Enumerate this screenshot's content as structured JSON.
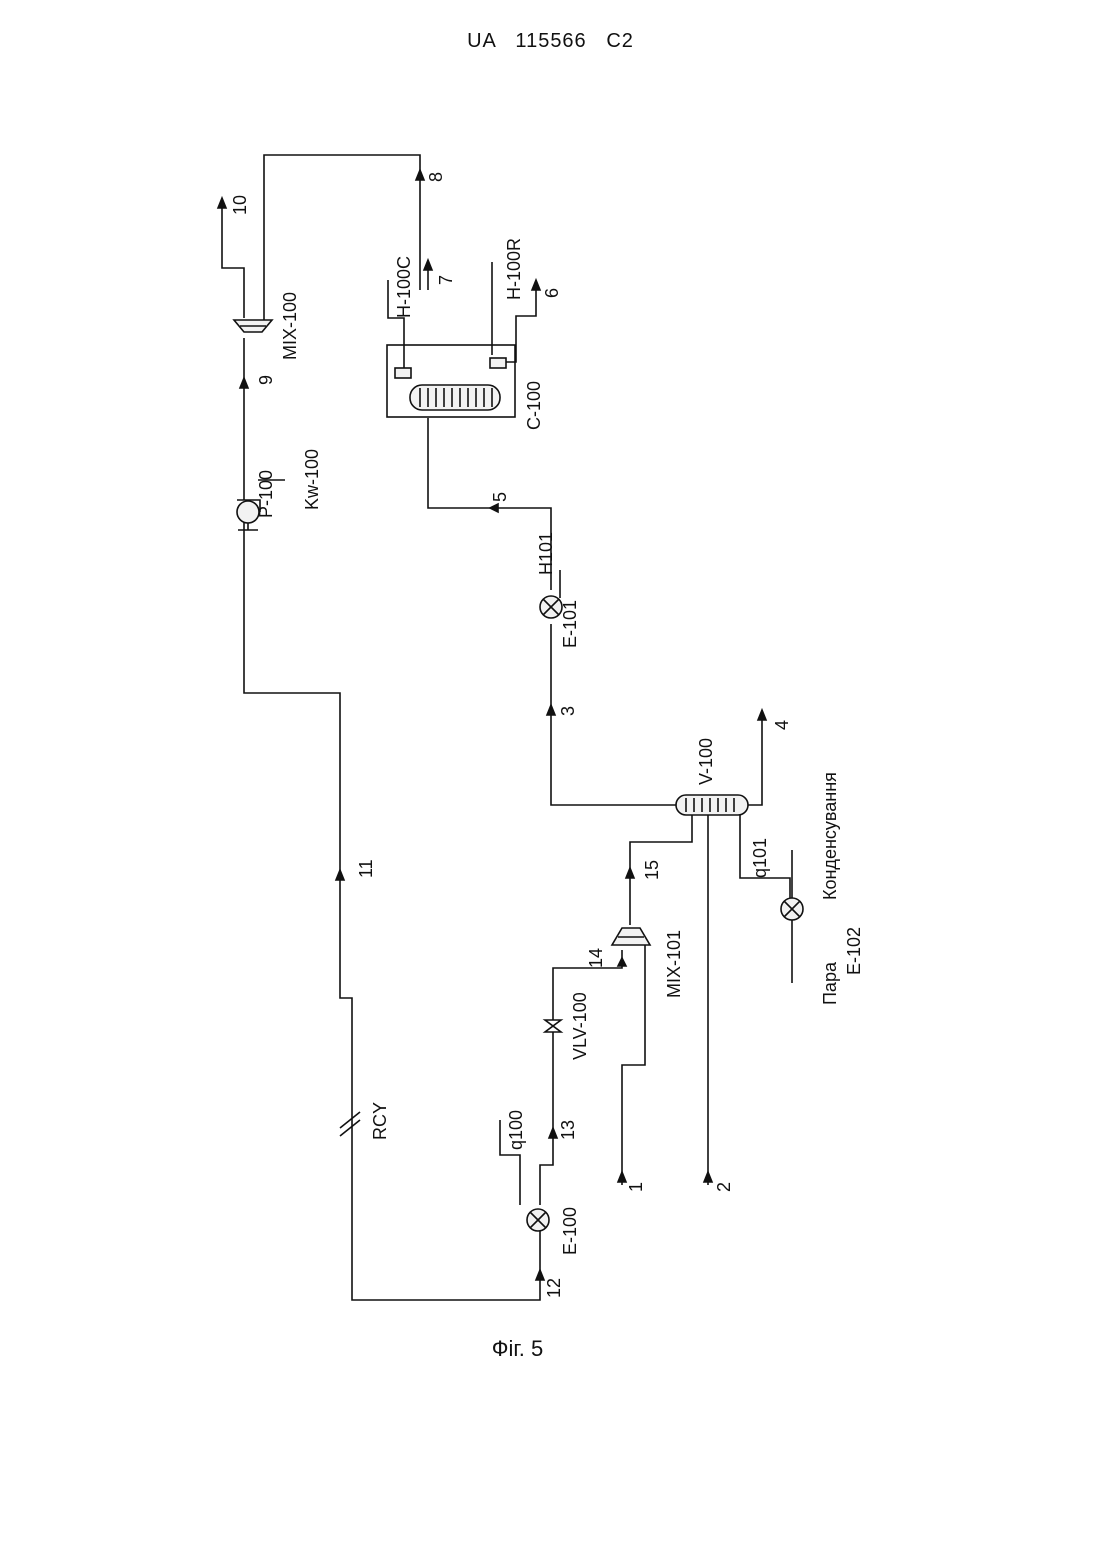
{
  "header": {
    "text": "UA   115566   C2"
  },
  "figure": {
    "caption": "Фіг. 5"
  },
  "labels": {
    "mix100": "MIX-100",
    "s10": "10",
    "s8": "8",
    "h100c": "H-100C",
    "s7": "7",
    "h100r": "H-100R",
    "s6": "6",
    "c100": "C-100",
    "s9": "9",
    "p100": "P-100",
    "kw100": "Kw-100",
    "s5": "5",
    "h101": "H101",
    "e101": "E-101",
    "s3": "3",
    "v100": "V-100",
    "s4": "4",
    "kondens": "Конденсування",
    "q101": "q101",
    "s15": "15",
    "s11": "11",
    "mix101": "MIX-101",
    "s14": "14",
    "vlv100": "VLV-100",
    "para": "Пара",
    "e102": "E-102",
    "rcy": "RCY",
    "q100": "q100",
    "s13": "13",
    "s1": "1",
    "s2": "2",
    "e100": "E-100",
    "s12": "12"
  }
}
